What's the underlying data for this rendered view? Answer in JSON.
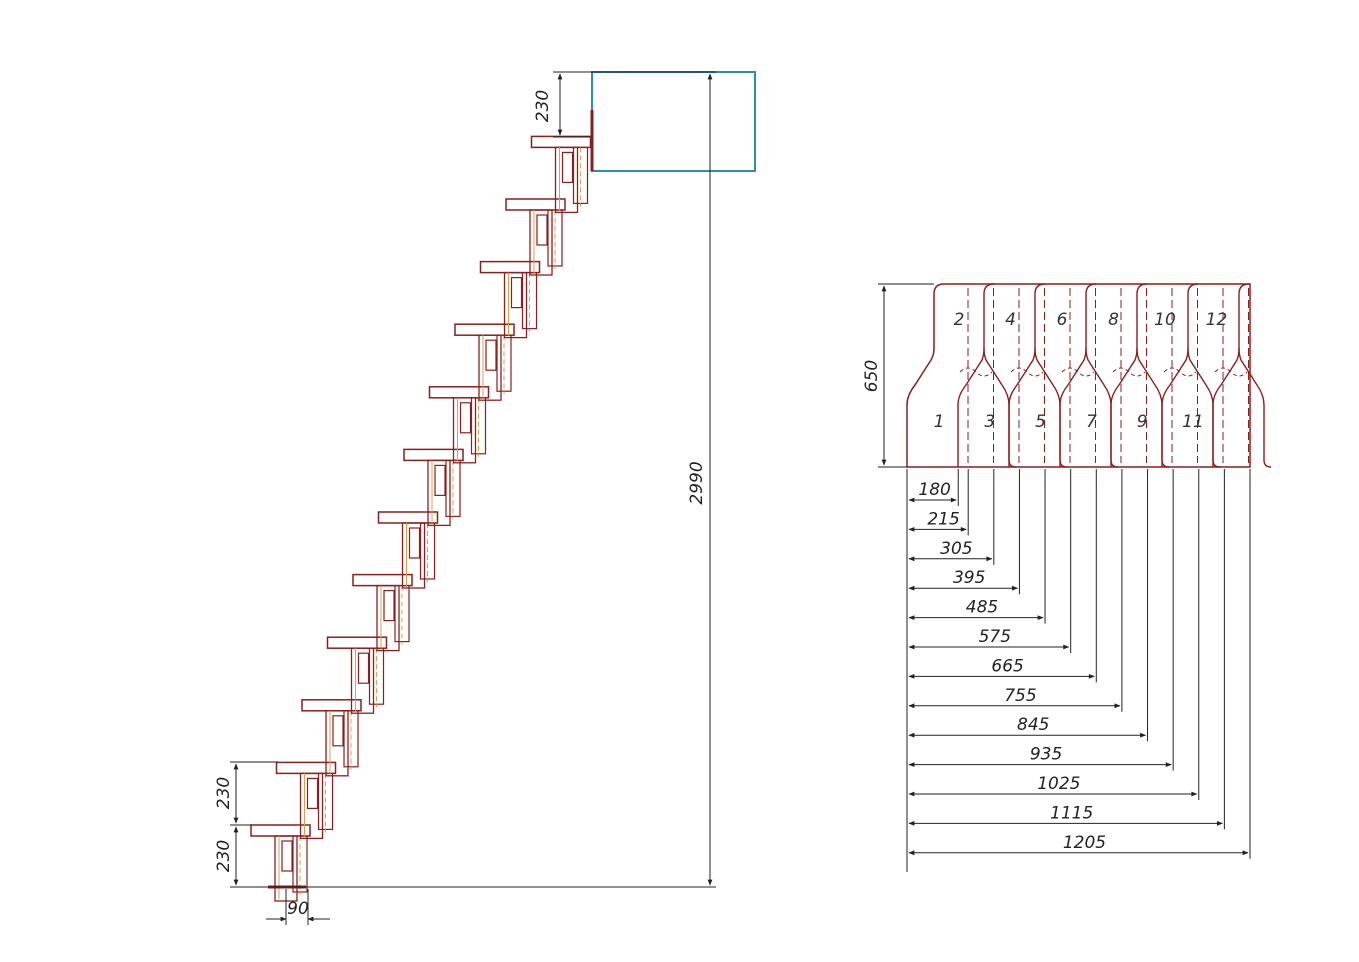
{
  "colors": {
    "stair": "#8a1f1f",
    "dimension": "#222222",
    "opening": "#2a8fa8",
    "hidden": "#d9a050"
  },
  "side_view": {
    "dim_top_riser": "230",
    "dim_total_height": "2990",
    "dim_riser_a": "230",
    "dim_riser_b": "230",
    "dim_step_offset": "90",
    "step_count": 12
  },
  "plan_view": {
    "dim_width": "650",
    "step_numbers": [
      "1",
      "2",
      "3",
      "4",
      "5",
      "6",
      "7",
      "8",
      "9",
      "10",
      "11",
      "12"
    ],
    "offsets": [
      "180",
      "215",
      "305",
      "395",
      "485",
      "575",
      "665",
      "755",
      "845",
      "935",
      "1025",
      "1115",
      "1205"
    ]
  }
}
